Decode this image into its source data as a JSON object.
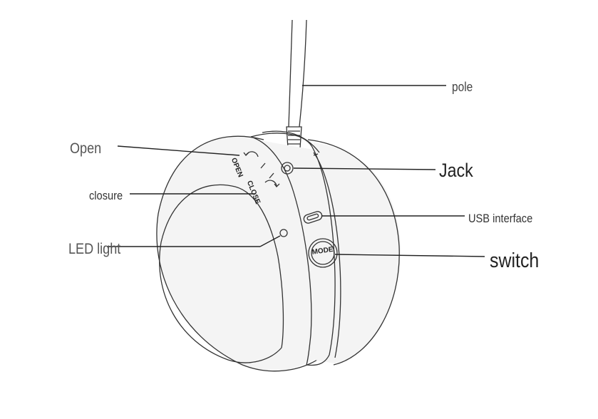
{
  "labels": {
    "pole": "pole",
    "open": "Open",
    "jack": "Jack",
    "closure": "closure",
    "usb_interface": "USB interface",
    "led_light": "LED light",
    "switch": "switch"
  },
  "device_marks": {
    "open": "OPEN",
    "close": "CLOSE",
    "mode": "MODE"
  }
}
